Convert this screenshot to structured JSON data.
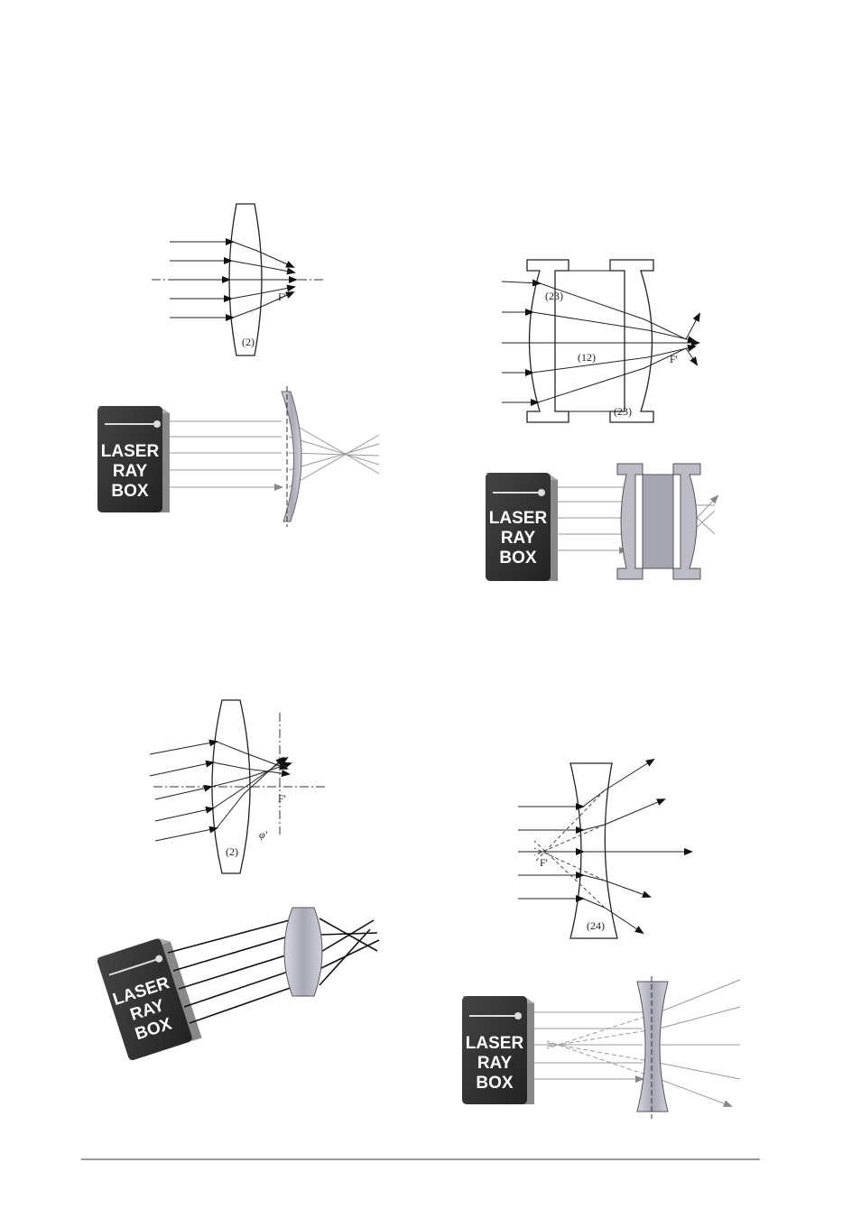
{
  "figures": {
    "convex": {
      "lens_label": "(2)",
      "focus_label": "F'"
    },
    "thick_lens": {
      "left_lens_label": "(23)",
      "center_label": "(12)",
      "right_lens_label": "(23)",
      "focus_label": "F'"
    },
    "oblique": {
      "lens_label": "(2)",
      "focus_label": "F'",
      "plane_label": "φ'"
    },
    "concave": {
      "lens_label": "(24)",
      "focus_label": "F'"
    }
  },
  "laser_box": {
    "line1": "LASER",
    "line2": "RAY",
    "line3": "BOX"
  },
  "colors": {
    "box_fill": "#333333",
    "box_side": "#7a7a7a",
    "lens_fill": "#b8b8c4",
    "ray_light": "#9a9a9a"
  }
}
